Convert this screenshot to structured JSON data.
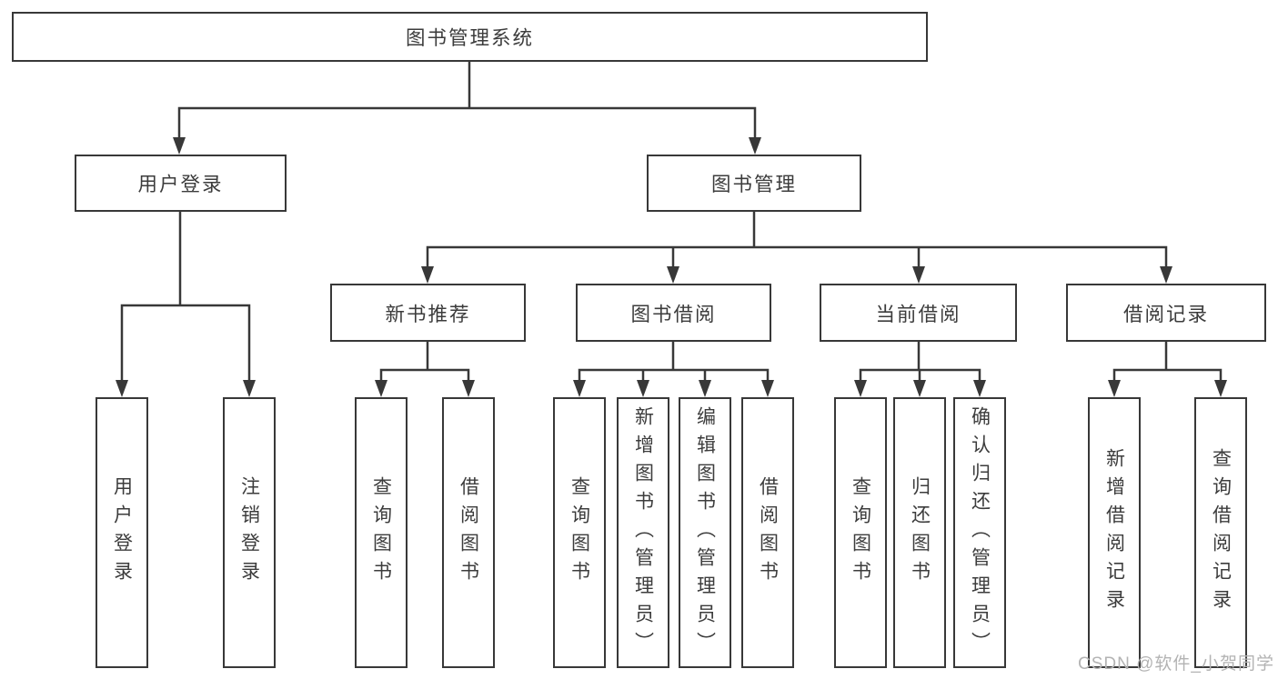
{
  "root": {
    "label": "图书管理系统"
  },
  "branches": {
    "user_login": {
      "label": "用户登录"
    },
    "book_management": {
      "label": "图书管理"
    }
  },
  "modules": {
    "new_book_recommend": {
      "label": "新书推荐"
    },
    "book_borrow": {
      "label": "图书借阅"
    },
    "current_borrow": {
      "label": "当前借阅"
    },
    "borrow_record": {
      "label": "借阅记录"
    }
  },
  "functions": {
    "user_login": {
      "label": "用户登录"
    },
    "logout": {
      "label": "注销登录"
    },
    "query_book_recommend": {
      "label": "查询图书"
    },
    "borrow_book_recommend": {
      "label": "借阅图书"
    },
    "query_book_borrow": {
      "label": "查询图书"
    },
    "add_book_admin": {
      "label": "新增图书（管理员）"
    },
    "edit_book_admin": {
      "label": "编辑图书（管理员）"
    },
    "borrow_book_borrow": {
      "label": "借阅图书"
    },
    "query_book_current": {
      "label": "查询图书"
    },
    "return_book": {
      "label": "归还图书"
    },
    "confirm_return_admin": {
      "label": "确认归还（管理员）"
    },
    "add_borrow_record": {
      "label": "新增借阅记录"
    },
    "query_borrow_record": {
      "label": "查询借阅记录"
    }
  },
  "watermark": "CSDN @软件_小贺同学",
  "colors": {
    "line": "#383838",
    "text": "#3c3c3c",
    "watermark": "#b3b3b3",
    "background": "#ffffff"
  }
}
